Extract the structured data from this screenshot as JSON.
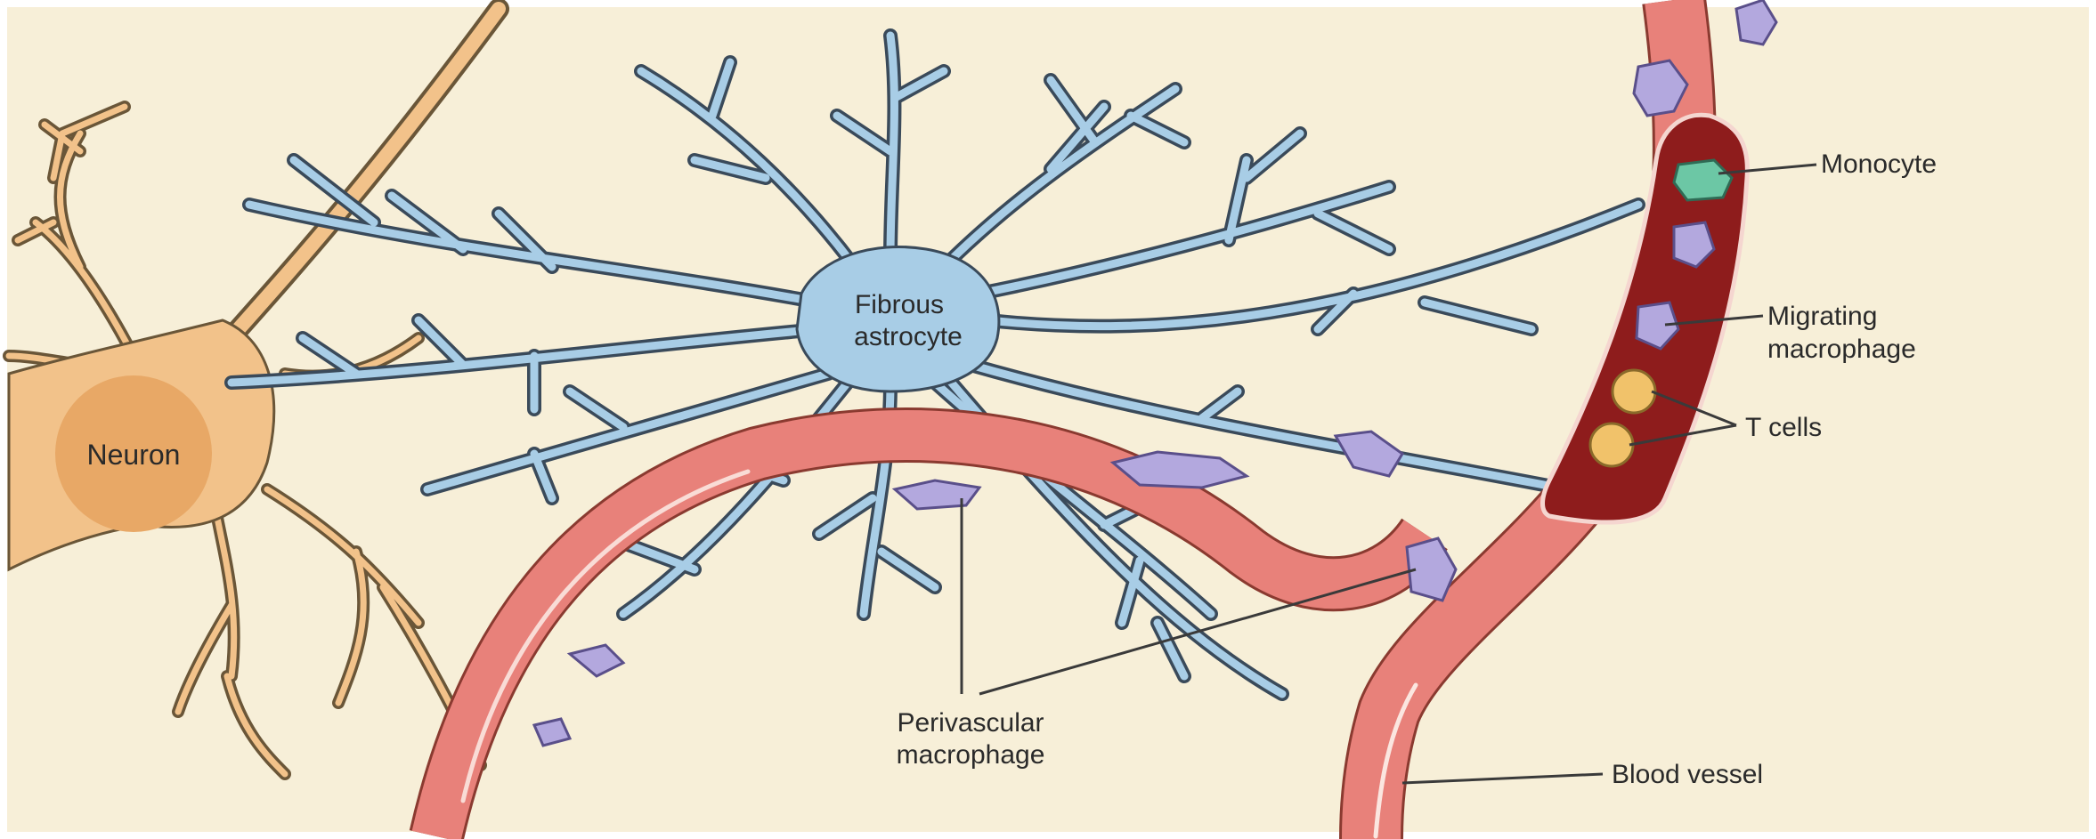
{
  "labels": {
    "neuron": "Neuron",
    "astrocyte_line1": "Fibrous",
    "astrocyte_line2": "astrocyte",
    "monocyte": "Monocyte",
    "migrating_line1": "Migrating",
    "migrating_line2": "macrophage",
    "t_cells": "T cells",
    "perivascular_line1": "Perivascular",
    "perivascular_line2": "macrophage",
    "blood_vessel": "Blood vessel"
  },
  "colors": {
    "background": "#f7efd8",
    "neuron": "#f2c28a",
    "neuron_nucleus": "#e8a866",
    "neuron_outline": "#6a5638",
    "astrocyte": "#a8cde6",
    "astrocyte_outline": "#3a4a5a",
    "vessel": "#e8817a",
    "vessel_outline": "#8a3a30",
    "vessel_lumen": "#8e1c1c",
    "macrophage": "#b3a8de",
    "monocyte": "#6cc7a5",
    "t_cell": "#f1c26a",
    "text": "#2a2a2a"
  }
}
